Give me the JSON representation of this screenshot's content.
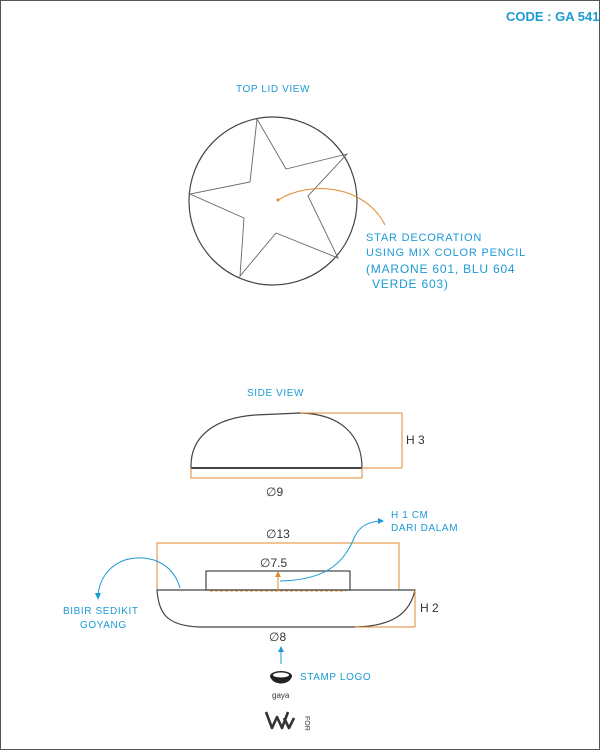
{
  "code": "CODE : GA 541",
  "top_view": {
    "title": "TOP LID VIEW",
    "note_line1": "STAR DECORATION",
    "note_line2": "USING MIX COLOR PENCIL",
    "note_line3": "(MARONE 601, BLU 604",
    "note_line4": "VERDE 603)"
  },
  "side_view": {
    "title": "SIDE VIEW",
    "lid_height": "H 3",
    "lid_diameter": "∅9"
  },
  "base": {
    "outer_diameter": "∅13",
    "inner_diameter": "∅7.5",
    "bottom_diameter": "∅8",
    "height": "H 2",
    "depth_note_line1": "H 1 CM",
    "depth_note_line2": "DARI DALAM",
    "lip_note_line1": "BIBIR SEDIKIT",
    "lip_note_line2": "GOYANG"
  },
  "stamp": {
    "label": "STAMP LOGO",
    "brand": "gaya",
    "for_text": "FOR"
  },
  "colors": {
    "label_blue": "#1b9ad6",
    "dimension_orange": "#e08a2e",
    "line_dark": "#444444"
  }
}
